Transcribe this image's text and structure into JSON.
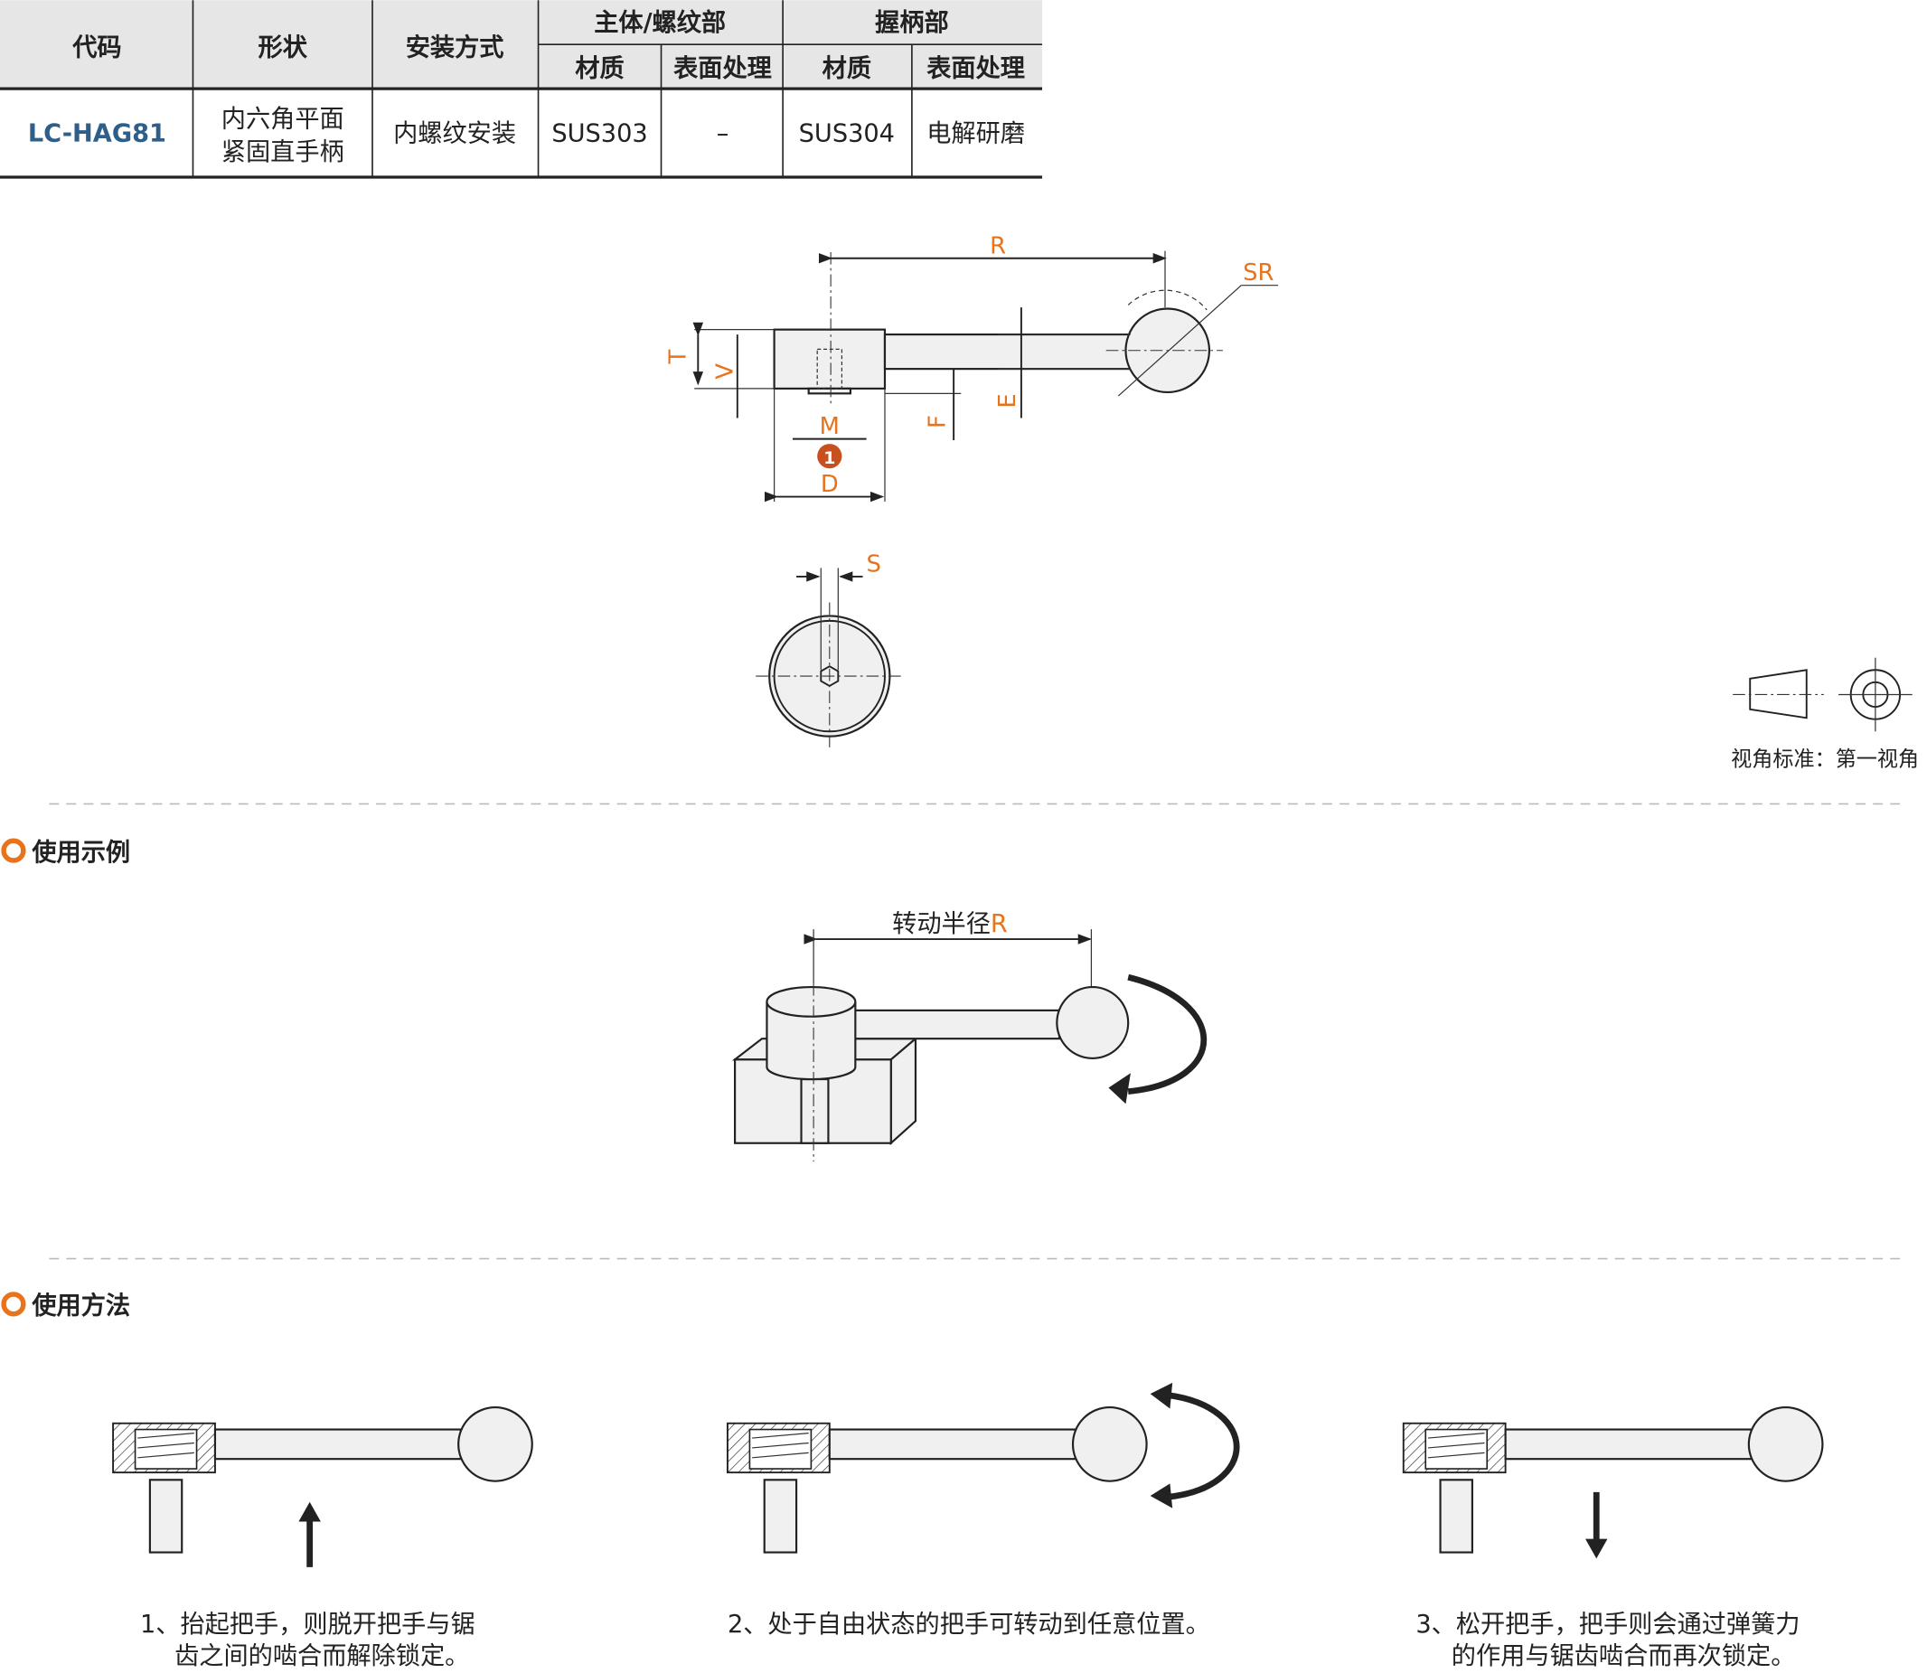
{
  "table": {
    "headers": {
      "code": "代码",
      "shape": "形状",
      "install": "安装方式",
      "body_group": "主体/螺纹部",
      "grip_group": "握柄部",
      "material": "材质",
      "surface": "表面处理"
    },
    "row": {
      "code": "LC-HAG81",
      "shape_line1": "内六角平面",
      "shape_line2": "紧固直手柄",
      "install": "内螺纹安装",
      "body_material": "SUS303",
      "body_surface": "–",
      "grip_material": "SUS304",
      "grip_surface": "电解研磨"
    }
  },
  "drawing": {
    "labels": {
      "R": "R",
      "SR": "SR",
      "T": "T",
      "V": "V",
      "M": "M",
      "badge": "1",
      "D": "D",
      "F": "F",
      "E": "E",
      "S": "S"
    },
    "projection": "视角标准：第一视角"
  },
  "sections": {
    "example_title": "使用示例",
    "method_title": "使用方法",
    "radius_label": "转动半径",
    "radius_letter": "R"
  },
  "steps": [
    {
      "line1": "1、抬起把手，则脱开把手与锯",
      "line2": "齿之间的啮合而解除锁定。"
    },
    {
      "line1": "2、处于自由状态的把手可转动到任意位置。",
      "line2": ""
    },
    {
      "line1": "3、松开把手，把手则会通过弹簧力",
      "line2": "的作用与锯齿啮合而再次锁定。"
    }
  ],
  "colors": {
    "accent": "#e8731a",
    "code_blue": "#2e5f8a",
    "header_bg": "#e6e6e6",
    "badge": "#c8501e"
  }
}
